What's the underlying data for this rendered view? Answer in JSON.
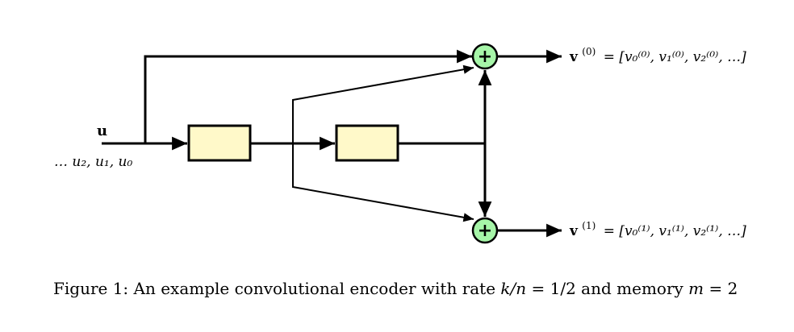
{
  "diagram": {
    "input_label": "u",
    "input_sequence": "… u₂, u₁, u₀",
    "output0": {
      "name": "v",
      "sup": "(0)",
      "seq": "= [v₀⁽⁰⁾, v₁⁽⁰⁾, v₂⁽⁰⁾, …]"
    },
    "output1": {
      "name": "v",
      "sup": "(1)",
      "seq": "= [v₀⁽¹⁾, v₁⁽¹⁾, v₂⁽¹⁾, …]"
    },
    "adder_symbol": "+",
    "colors": {
      "register_fill": "#fff9c9",
      "adder_fill": "#a6f5a8",
      "line": "#000000"
    }
  },
  "caption": {
    "prefix": "Figure 1: An example convolutional encoder with rate ",
    "rate_expr": "k/n",
    "rate_value": " = 1/2 and memory ",
    "mem_expr": "m",
    "mem_value": " = 2"
  }
}
